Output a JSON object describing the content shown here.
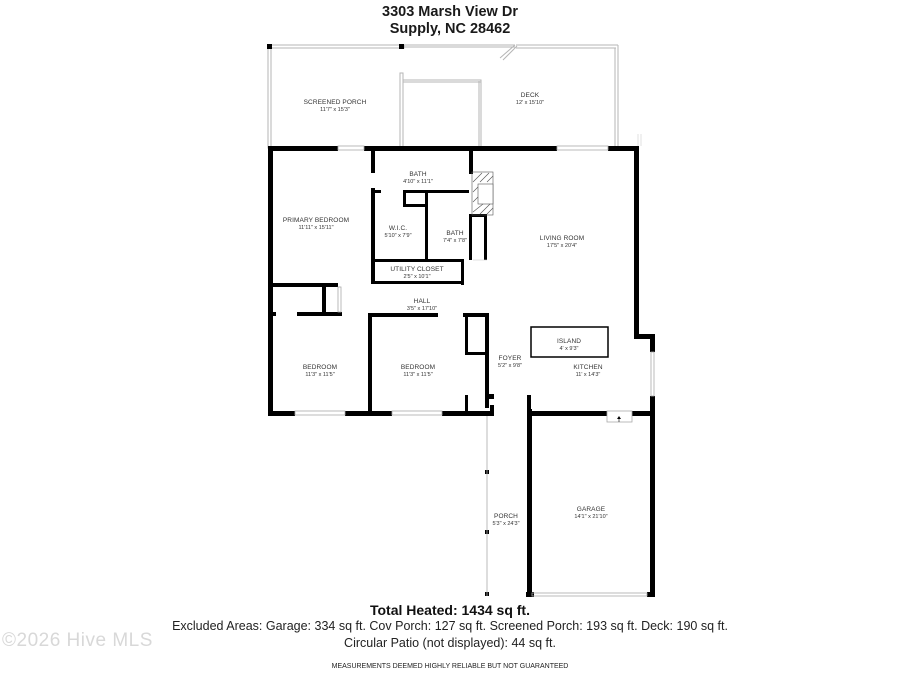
{
  "header": {
    "address_line1": "3303 Marsh View Dr",
    "address_line2": "Supply, NC 28462"
  },
  "rooms": {
    "screened_porch": {
      "name": "SCREENED PORCH",
      "dims": "11'7\" x 15'3\""
    },
    "deck": {
      "name": "DECK",
      "dims": "12' x 15'10\""
    },
    "primary_bedroom": {
      "name": "PRIMARY BEDROOM",
      "dims": "11'11\" x 15'11\""
    },
    "bath1": {
      "name": "BATH",
      "dims": "4'10\" x 11'1\""
    },
    "wic": {
      "name": "W.I.C.",
      "dims": "5'10\" x 7'9\""
    },
    "bath2": {
      "name": "BATH",
      "dims": "7'4\" x 7'8\""
    },
    "utility_closet": {
      "name": "UTILITY CLOSET",
      "dims": "2'5\" x 10'1\""
    },
    "living_room": {
      "name": "LIVING ROOM",
      "dims": "17'5\" x 20'4\""
    },
    "hall": {
      "name": "HALL",
      "dims": "3'5\" x 17'10\""
    },
    "island": {
      "name": "ISLAND",
      "dims": "4' x 9'3\""
    },
    "foyer": {
      "name": "FOYER",
      "dims": "5'2\" x 9'8\""
    },
    "kitchen": {
      "name": "KITCHEN",
      "dims": "11' x 14'3\""
    },
    "bedroom1": {
      "name": "BEDROOM",
      "dims": "11'3\" x 11'5\""
    },
    "bedroom2": {
      "name": "BEDROOM",
      "dims": "11'3\" x 11'5\""
    },
    "porch": {
      "name": "PORCH",
      "dims": "5'3\" x 24'3\""
    },
    "garage": {
      "name": "GARAGE",
      "dims": "14'1\" x 21'10\""
    }
  },
  "summary": {
    "total_heated": "Total Heated: 1434 sq ft.",
    "excluded_areas": "Excluded Areas: Garage: 334 sq ft. Cov Porch: 127 sq ft. Screened Porch: 193 sq ft. Deck: 190 sq ft.",
    "circular_patio": "Circular Patio (not displayed): 44 sq ft.",
    "disclaimer": "MEASUREMENTS DEEMED HIGHLY RELIABLE BUT NOT GUARANTEED"
  },
  "watermark": "©2026 Hive MLS",
  "colors": {
    "wall": "#000000",
    "thin_wall": "#bbbbbb",
    "background": "#ffffff"
  }
}
